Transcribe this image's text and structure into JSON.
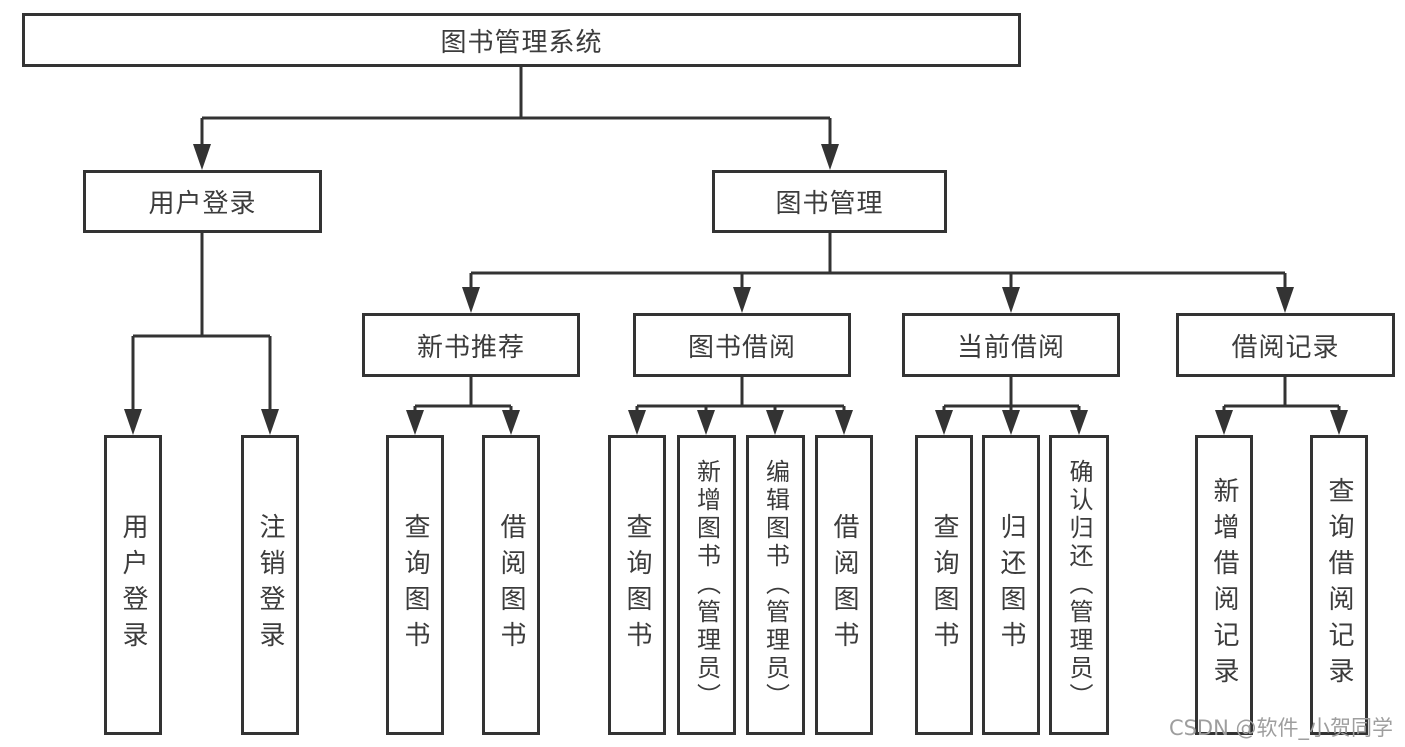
{
  "diagram": {
    "root": {
      "label": "图书管理系统"
    },
    "branches": [
      {
        "label": "用户登录",
        "children": [
          {
            "label": "用户登录"
          },
          {
            "label": "注销登录"
          }
        ]
      },
      {
        "label": "图书管理",
        "children": [
          {
            "label": "新书推荐",
            "children": [
              {
                "label": "查询图书"
              },
              {
                "label": "借阅图书"
              }
            ]
          },
          {
            "label": "图书借阅",
            "children": [
              {
                "label": "查询图书"
              },
              {
                "label": "新增图书（管理员）"
              },
              {
                "label": "编辑图书（管理员）"
              },
              {
                "label": "借阅图书"
              }
            ]
          },
          {
            "label": "当前借阅",
            "children": [
              {
                "label": "查询图书"
              },
              {
                "label": "归还图书"
              },
              {
                "label": "确认归还（管理员）"
              }
            ]
          },
          {
            "label": "借阅记录",
            "children": [
              {
                "label": "新增借阅记录"
              },
              {
                "label": "查询借阅记录"
              }
            ]
          }
        ]
      }
    ]
  },
  "watermark": {
    "text": "CSDN @软件_小贺同学"
  },
  "colors": {
    "line": "#333333",
    "box_border": "#333333",
    "text": "#3c3c3c",
    "watermark": "#9e9e9e",
    "background": "#ffffff"
  }
}
